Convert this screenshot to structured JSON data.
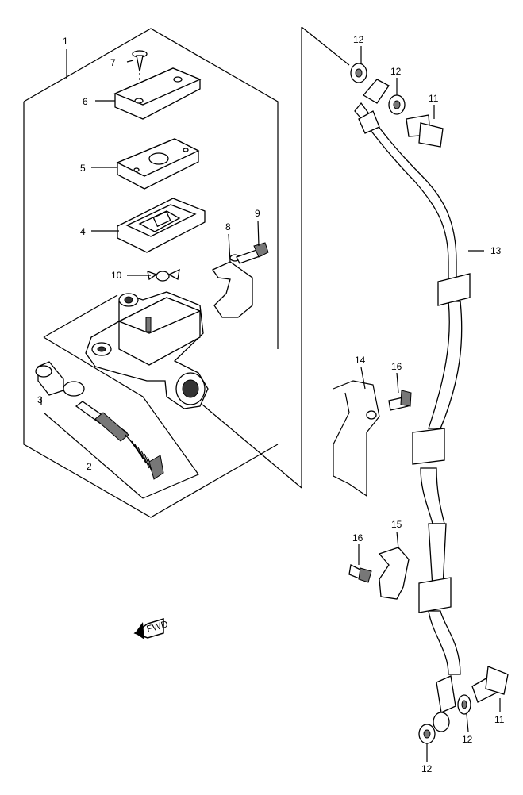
{
  "callouts": {
    "c1": "1",
    "c2": "2",
    "c3": "3",
    "c4": "4",
    "c5": "5",
    "c6": "6",
    "c7": "7",
    "c8": "8",
    "c9": "9",
    "c10": "10",
    "c11a": "11",
    "c11b": "11",
    "c12a": "12",
    "c12b": "12",
    "c12c": "12",
    "c12d": "12",
    "c13": "13",
    "c14": "14",
    "c15": "15",
    "c16a": "16",
    "c16b": "16"
  },
  "fwd_label": "FWD",
  "colors": {
    "line": "#000000",
    "background": "#ffffff",
    "shade": "#777777"
  }
}
